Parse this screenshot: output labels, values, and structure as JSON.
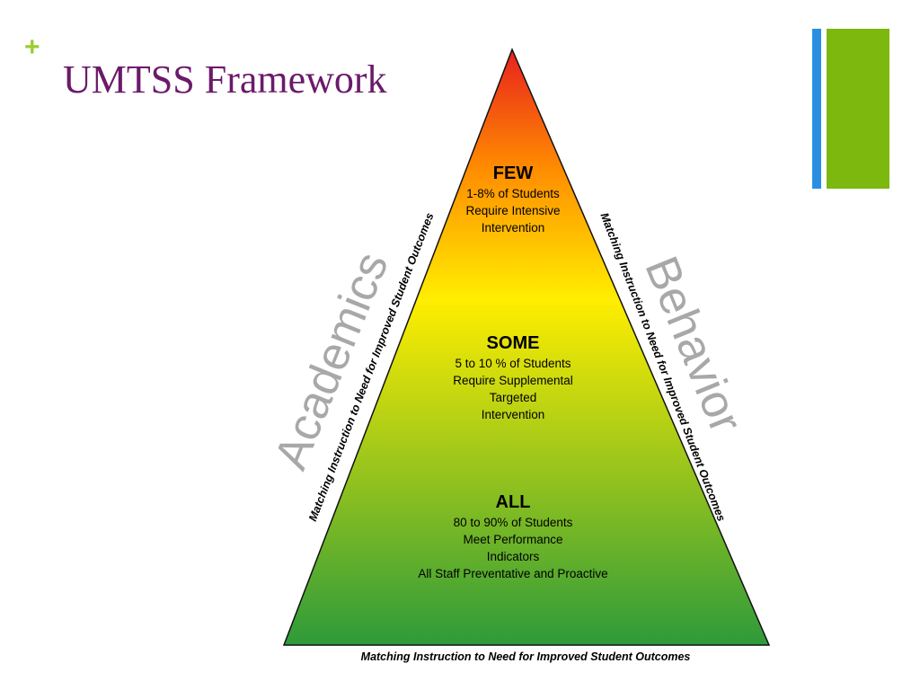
{
  "slide": {
    "plus": "+",
    "title": "UMTSS Framework"
  },
  "colors": {
    "title": "#6b1a6b",
    "plus": "#9acd32",
    "bar_blue": "#2a8fe0",
    "bar_green": "#7cb80e",
    "pyramid_top": "#e8211e",
    "pyramid_upper": "#ff8c00",
    "pyramid_mid": "#ffee00",
    "pyramid_bottom": "#2e9a3a",
    "watermark": "#a8a8a8"
  },
  "pyramid": {
    "tiers": {
      "few": {
        "name": "FEW",
        "lines": [
          "1-8% of Students",
          "Require Intensive",
          "Intervention"
        ]
      },
      "some": {
        "name": "SOME",
        "lines": [
          "5 to 10 % of Students",
          "Require Supplemental",
          "Targeted",
          "Intervention"
        ]
      },
      "all": {
        "name": "ALL",
        "lines": [
          "80 to 90% of Students",
          "Meet Performance",
          "Indicators",
          "All Staff Preventative and Proactive"
        ]
      }
    },
    "left_label": "Matching Instruction to Need for Improved Student Outcomes",
    "right_label": "Matching Instruction to Need for Improved Student Outcomes",
    "bottom_label": "Matching Instruction to Need for Improved Student Outcomes",
    "left_watermark": "Academics",
    "right_watermark": "Behavior"
  }
}
